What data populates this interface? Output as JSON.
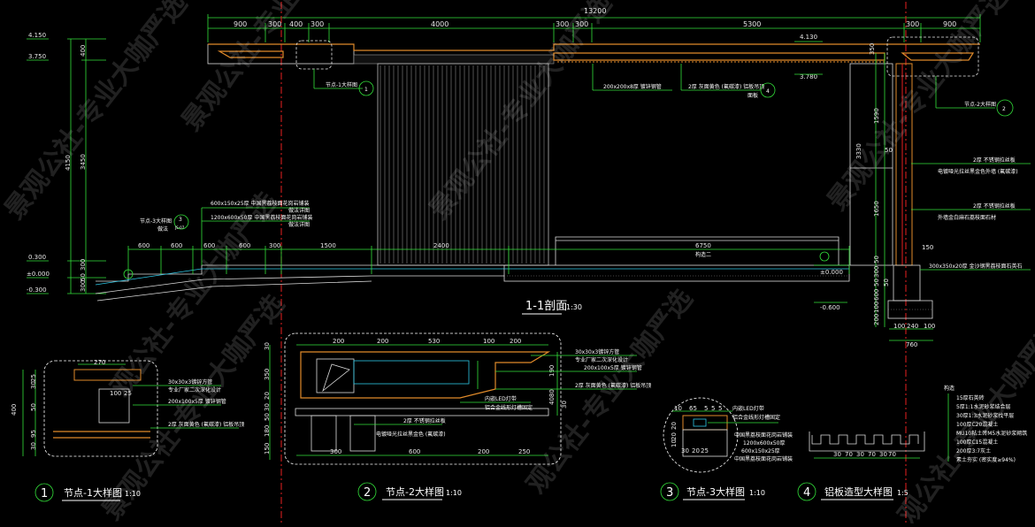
{
  "section": {
    "title": "1-1剖面",
    "scale": "1:30",
    "dims_top": {
      "total": "13200",
      "segs": [
        "900",
        "300",
        "400",
        "300",
        "4000",
        "300",
        "300",
        "5300",
        "300",
        "900"
      ]
    },
    "elev_left": [
      "4.150",
      "3.750",
      "0.300",
      "±0.000",
      "-0.300"
    ],
    "elev_right": [
      "4.130",
      "3.780",
      "±0.000",
      "-0.600"
    ],
    "left_vert_dims": [
      "400",
      "3450",
      "4150",
      "300",
      "50",
      "300"
    ],
    "bottom_dims_left": [
      "600",
      "600",
      "600",
      "600",
      "300",
      "1500",
      "2400",
      "6750"
    ],
    "right_vert_dims": [
      "350",
      "1590",
      "3330",
      "1650",
      "50",
      "300",
      "50",
      "50",
      "600",
      "100",
      "200"
    ],
    "base_dims": [
      "100",
      "240",
      "100"
    ],
    "base_total": "760",
    "right_mid_50": "50",
    "right_mid_150": "150",
    "notes": {
      "n1": "节点-1大样图",
      "n1_circle": "1",
      "n2": "节点-2大样图",
      "n2_circle": "2",
      "n3": "节点-3大样图",
      "n3_circle": "3",
      "beam": "200x200x8厚 镀锌钢管",
      "roof": "2厚 灰面黄色 (氟碳漆) 铝板吊顶",
      "roof_sub": "面板",
      "roof_circle": "4",
      "stone1": "600x150x25厚 中国黑荔枝面花岗岩铺装",
      "stone1_sub": "做法详图",
      "stone2": "1200x600x50厚 中国黑荔枝面花岗岩铺装",
      "stone2_sub": "做法详图",
      "stone3_sub": "做法",
      "n3_ref": "JS-07",
      "ss1": "2厚 不锈钢拉丝板",
      "ss1_sub": "电镀哑光拉丝黑金色外墙 (氟碳漆)",
      "ss2": "2厚 不锈钢拉丝板",
      "ss2_sub": "外墙金白麻石荔枝面石材",
      "base": "300x350x20厚 金沙钢黑荔枝面石英石",
      "lobby": "构造二"
    }
  },
  "detail1": {
    "number": "1",
    "title": "节点-1大样图",
    "scale": "1:10",
    "dims": [
      "270",
      "100",
      "25",
      "25",
      "400",
      "50",
      "95",
      "30",
      "30"
    ],
    "notes": [
      "30x30x3镀锌方管",
      "专业厂家二次深化设计",
      "200x100x5厚 镀锌钢管",
      "2厚 灰面黄色 (氟碳漆) 铝板吊顶"
    ]
  },
  "detail2": {
    "number": "2",
    "title": "节点-2大样图",
    "scale": "1:10",
    "dims_top": [
      "200",
      "200",
      "530",
      "100",
      "200"
    ],
    "dims_bottom": [
      "300",
      "600",
      "200",
      "250"
    ],
    "dims_left": [
      "30",
      "350",
      "20",
      "30",
      "50",
      "180",
      "150"
    ],
    "dims_right": [
      "190",
      "4080",
      "30"
    ],
    "notes": [
      "30x30x3镀锌方管",
      "专业厂家二次深化设计",
      "200x100x5厚 镀锌钢管",
      "2厚 灰面黄色 (氟碳漆) 铝板吊顶",
      "内嵌LED灯带",
      "铝合金线形灯槽固定",
      "2厚 不锈钢拉丝板",
      "电镀哑光拉丝黑金色 (氟碳漆)"
    ]
  },
  "detail3": {
    "number": "3",
    "title": "节点-3大样图",
    "scale": "1:10",
    "dims": [
      "10",
      "65",
      "5",
      "5",
      "5",
      "20",
      "20",
      "10",
      "30",
      "20",
      "25"
    ],
    "notes": [
      "内嵌LED灯带",
      "铝合金线形灯槽固定",
      "中国黑荔枝面花岗岩铺装",
      "1200x600x50厚",
      "600x150x25厚",
      "中国黑荔枝面花岗岩铺装"
    ]
  },
  "detail4": {
    "number": "4",
    "title": "铝板造型大样图",
    "scale": "1:5",
    "dims": [
      "30",
      "70",
      "30",
      "70",
      "30",
      "70"
    ]
  },
  "legend": {
    "title": "构造",
    "items": [
      "15厚石英砖",
      "5厚1:1水泥砂浆结合层",
      "30厚1:3水泥砂浆找平层",
      "100厚C20混凝土",
      "MU10粘土砖M5水泥砂浆砌筑",
      "100厚C15混凝土",
      "200厚3:7灰土",
      "素土夯实 (密实度≥94%)"
    ]
  },
  "watermarks": [
    "景观公社-专业大咖严选",
    "景观公社-专业大咖严选",
    "景观公社-专业大咖严选",
    "观公社-专业大咖严选",
    "观公社-专业大咖严选",
    "景观公社-专业大咖严选",
    "观公社-专业大咖严选",
    "景观公社-专业大咖严选"
  ],
  "colors": {
    "green": "#33e13a",
    "white": "#dcdcdc",
    "orange": "#e08a2a",
    "cyan": "#2ec9e8",
    "red": "#e82020",
    "background": "#000000"
  }
}
